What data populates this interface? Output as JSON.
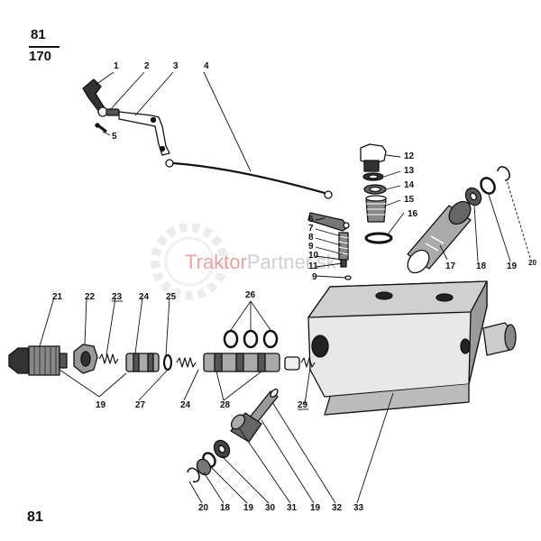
{
  "page": {
    "number": "81",
    "sheet": "170",
    "footer": "81"
  },
  "watermark": {
    "prefix": "Traktor",
    "suffix": "Partner.sk",
    "prefix_color": "#e2a3a3",
    "suffix_color": "#cfcfcf"
  },
  "callouts": [
    "1",
    "2",
    "3",
    "4",
    "5",
    "6",
    "7",
    "8",
    "9",
    "10",
    "11",
    "9",
    "12",
    "13",
    "14",
    "15",
    "16",
    "17",
    "18",
    "19",
    "20",
    "21",
    "22",
    "23",
    "24",
    "25",
    "26",
    "19",
    "27",
    "24",
    "28",
    "29",
    "20",
    "18",
    "19",
    "30",
    "31",
    "19",
    "32",
    "33"
  ],
  "underlined": [
    "23",
    "29"
  ]
}
